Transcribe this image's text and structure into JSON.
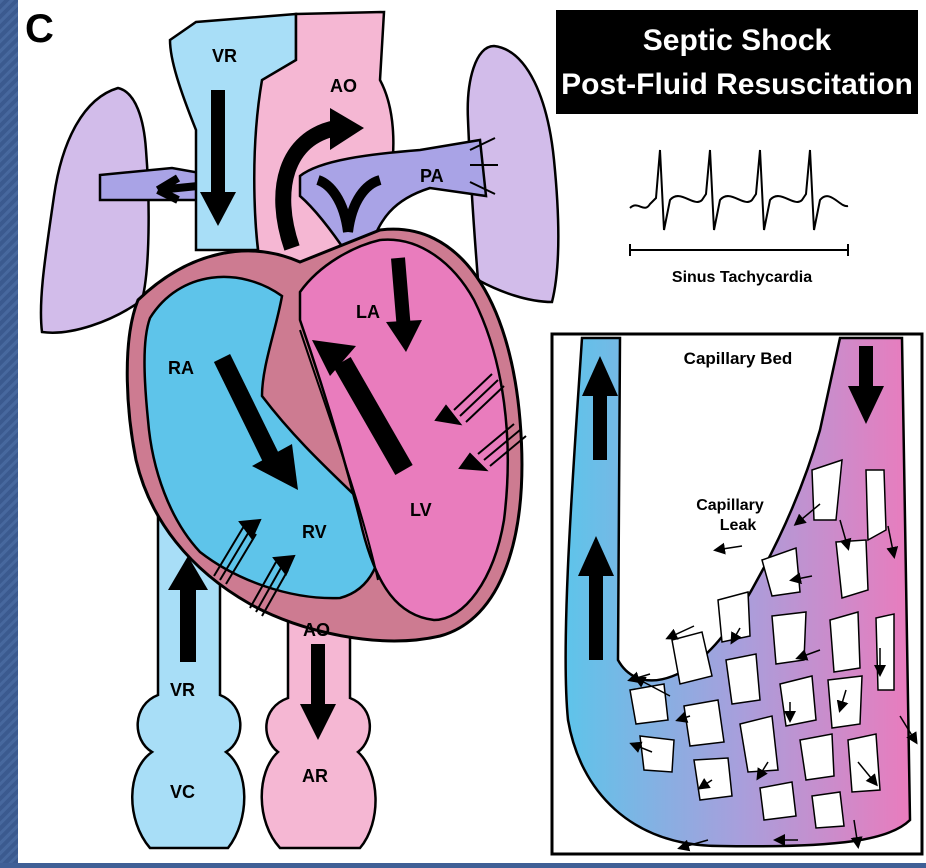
{
  "panel_letter": "C",
  "title": {
    "line1": "Septic Shock",
    "line2": "Post-Fluid Resuscitation"
  },
  "ecg": {
    "caption": "Sinus Tachycardia"
  },
  "heart_labels": {
    "vr_top": "VR",
    "ao_top": "AO",
    "pa": "PA",
    "la": "LA",
    "ra": "RA",
    "lv": "LV",
    "rv": "RV",
    "vr_bottom": "VR",
    "vc": "VC",
    "ao_bottom": "AO",
    "ar": "AR"
  },
  "capillary": {
    "title": "Capillary Bed",
    "leak_line1": "Capillary",
    "leak_line2": "Leak"
  },
  "colors": {
    "venous_blue": "#5ec4ea",
    "light_blue": "#a8def7",
    "arterial_pink": "#e97cbd",
    "light_pink": "#f5b7d3",
    "lung_purple": "#d2bcea",
    "pulmonary_lavender": "#a9a3e6",
    "myocardium": "#cd7b91",
    "background_blue": "#3f5f96"
  }
}
